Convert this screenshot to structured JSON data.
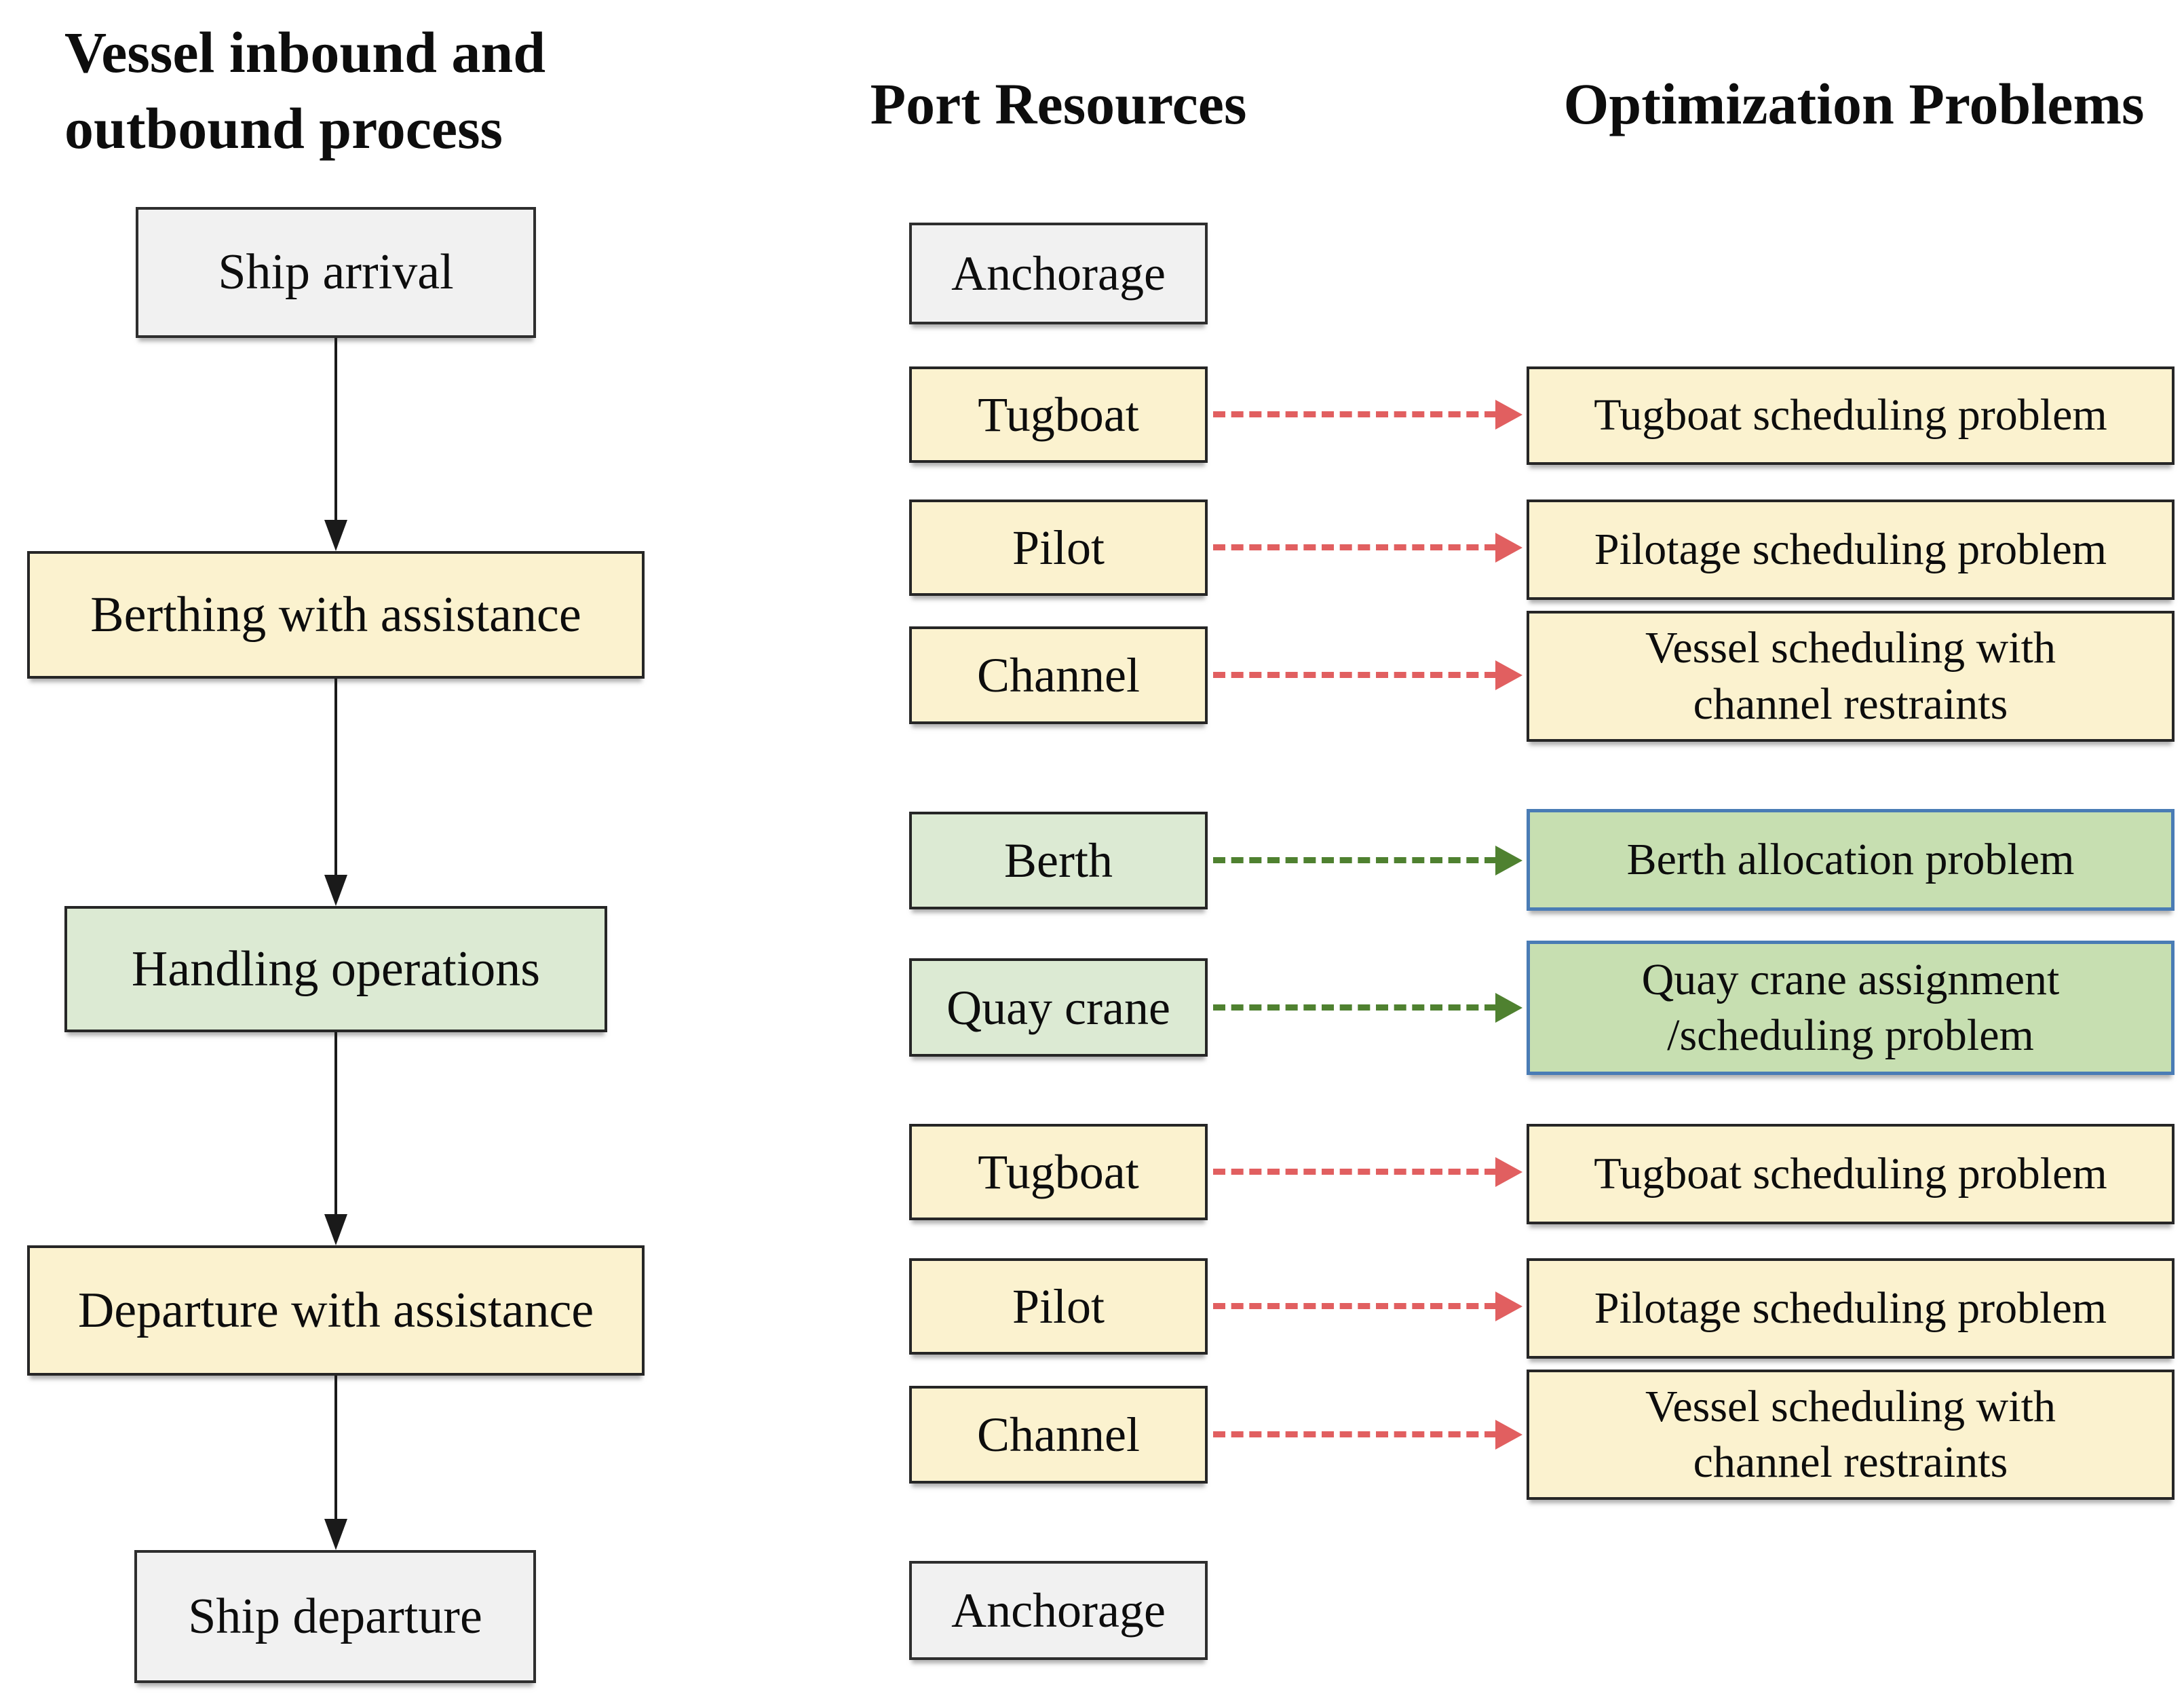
{
  "process_column": {
    "title_line1": "Vessel inbound and",
    "title_line2": "outbound process",
    "steps": [
      {
        "label": "Ship arrival",
        "kind": "gray"
      },
      {
        "label": "Berthing with assistance",
        "kind": "yellow"
      },
      {
        "label": "Handling operations",
        "kind": "green"
      },
      {
        "label": "Departure with assistance",
        "kind": "yellow"
      },
      {
        "label": "Ship departure",
        "kind": "gray"
      }
    ]
  },
  "resources_column": {
    "title": "Port Resources",
    "items": [
      {
        "label": "Anchorage",
        "kind": "gray"
      },
      {
        "label": "Tugboat",
        "kind": "yellow"
      },
      {
        "label": "Pilot",
        "kind": "yellow"
      },
      {
        "label": "Channel",
        "kind": "yellow"
      },
      {
        "label": "Berth",
        "kind": "green"
      },
      {
        "label": "Quay crane",
        "kind": "green"
      },
      {
        "label": "Tugboat",
        "kind": "yellow"
      },
      {
        "label": "Pilot",
        "kind": "yellow"
      },
      {
        "label": "Channel",
        "kind": "yellow"
      },
      {
        "label": "Anchorage",
        "kind": "gray"
      }
    ]
  },
  "problems_column": {
    "title": "Optimization Problems",
    "items": [
      {
        "line1": "Tugboat scheduling problem",
        "kind": "yellow"
      },
      {
        "line1": "Pilotage scheduling problem",
        "kind": "yellow"
      },
      {
        "line1": "Vessel scheduling with",
        "line2": "channel restraints",
        "kind": "yellow"
      },
      {
        "line1": "Berth allocation problem",
        "kind": "greendark"
      },
      {
        "line1": "Quay crane assignment",
        "line2": "/scheduling problem",
        "kind": "greendark"
      },
      {
        "line1": "Tugboat scheduling problem",
        "kind": "yellow"
      },
      {
        "line1": "Pilotage scheduling problem",
        "kind": "yellow"
      },
      {
        "line1": "Vessel scheduling with",
        "line2": "channel restraints",
        "kind": "yellow"
      }
    ]
  },
  "colors": {
    "yellow_fill": "#FBF2CF",
    "gray_fill": "#F1F1F1",
    "green_light_fill": "#DCEAD3",
    "green_dark_fill": "#C7DFB1",
    "green_dark_border": "#4A7CB5",
    "box_border": "#262626",
    "red_arrow": "#E15F60",
    "green_arrow": "#4F8130",
    "flow_arrow": "#1A1A1A"
  }
}
